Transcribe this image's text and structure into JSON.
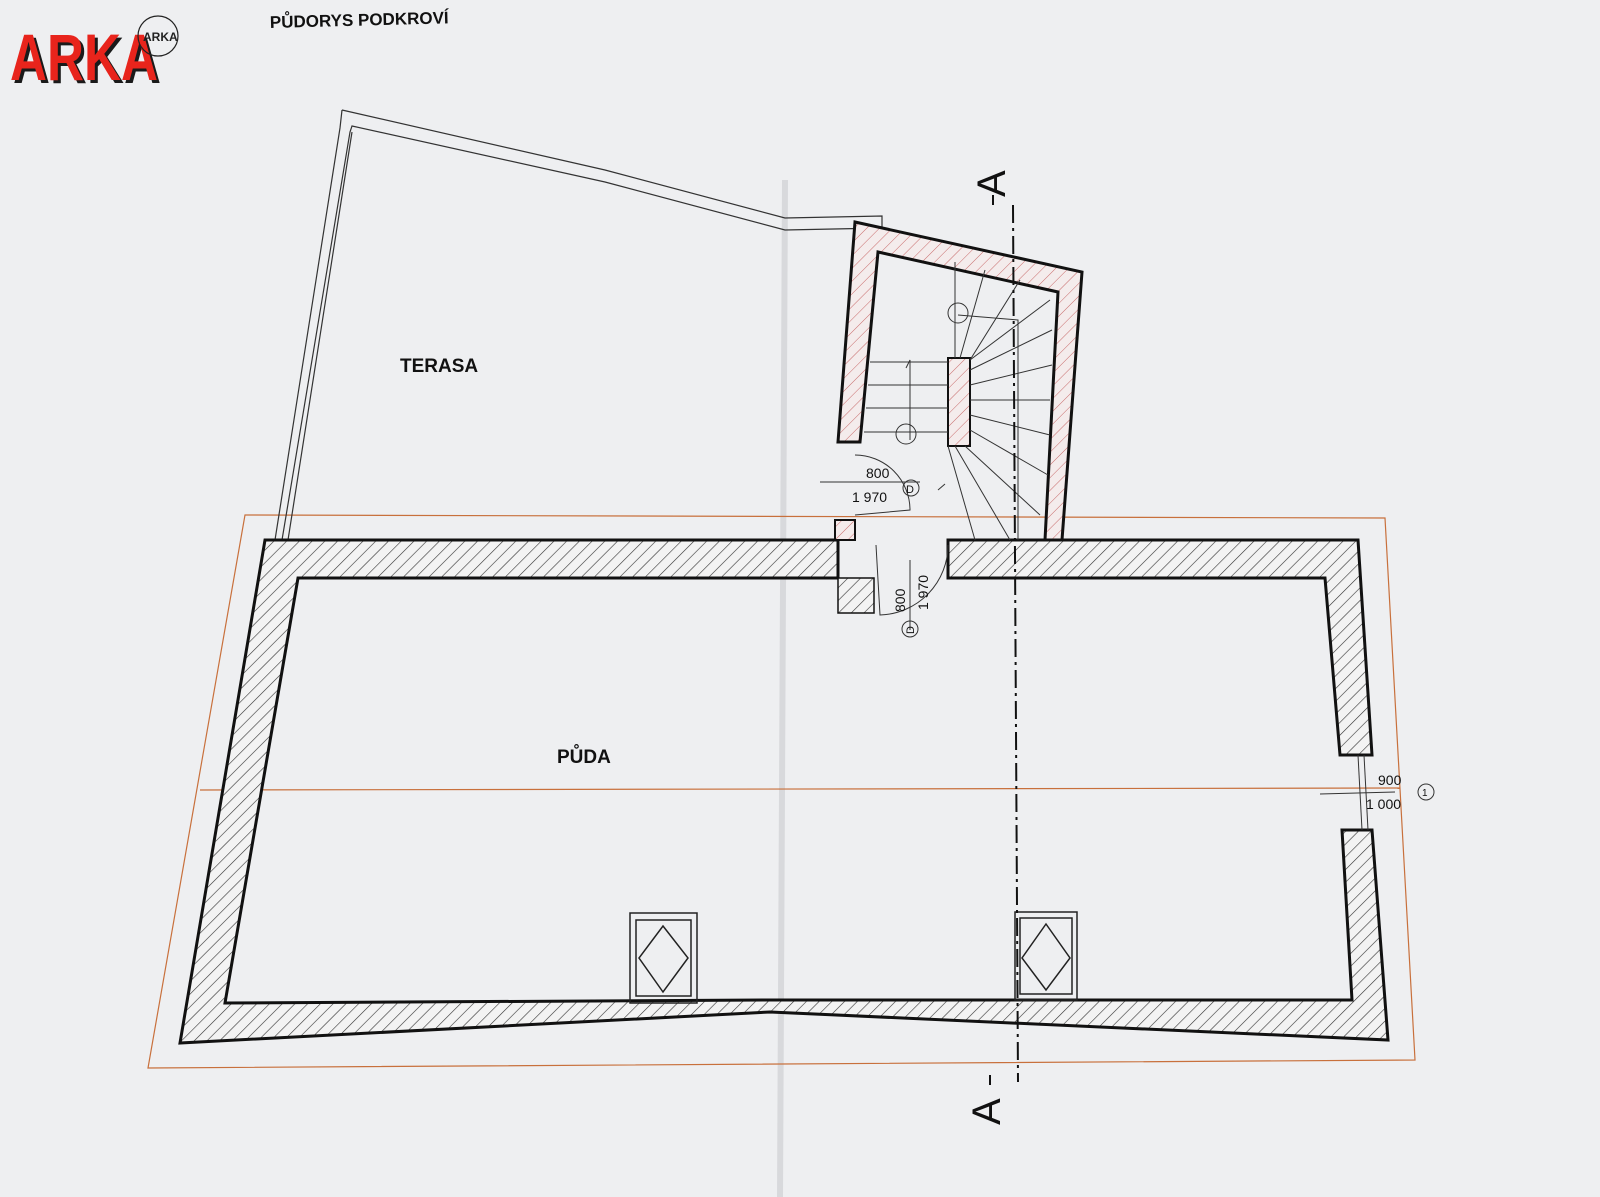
{
  "logo": {
    "text": "ARKA",
    "stamp_text": "ARKA"
  },
  "title": "PŮDORYS PODKROVÍ",
  "rooms": {
    "terrace": "TERASA",
    "attic": "PŮDA"
  },
  "section": {
    "label_top": "A",
    "label_bottom": "A"
  },
  "doors": [
    {
      "width": "800",
      "height": "1 970",
      "tag": "D"
    },
    {
      "width": "800",
      "height": "1 970",
      "tag": "D"
    }
  ],
  "window": {
    "width": "900",
    "height": "1 000",
    "tag": "1"
  },
  "colors": {
    "paper": "#eeeff1",
    "wall": "#1a1a1a",
    "outline": "#c8703c",
    "stair_hatch": "#c86a6a",
    "logo": "#e8241c"
  }
}
